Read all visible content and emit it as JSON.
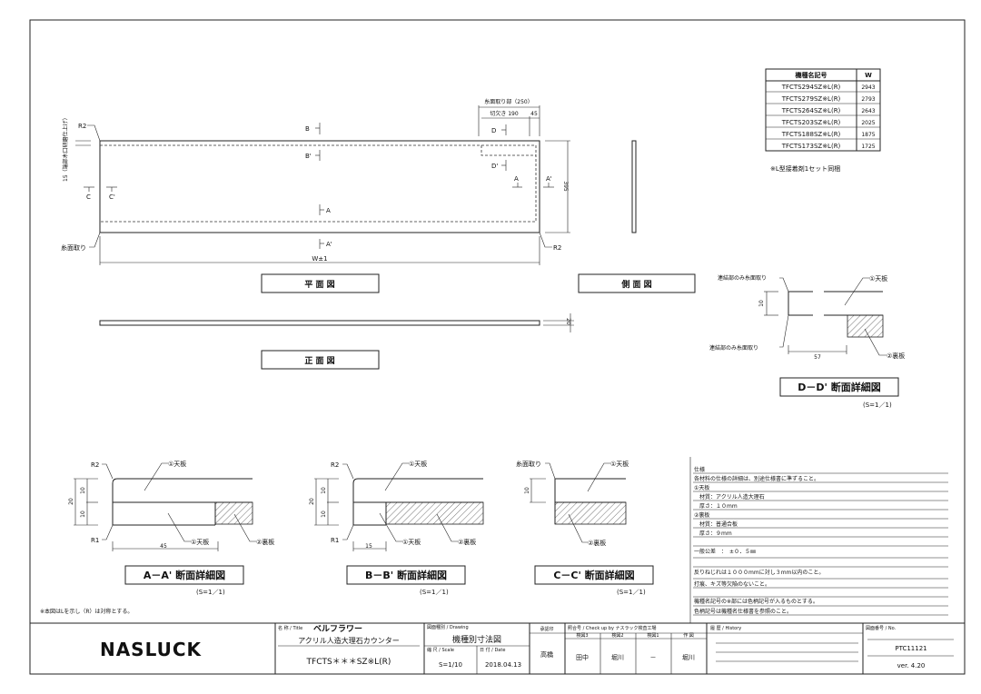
{
  "model_table": {
    "headers": [
      "機種名記号",
      "W"
    ],
    "rows": [
      [
        "TFCTS294SZ※L(R)",
        "2943"
      ],
      [
        "TFCTS279SZ※L(R)",
        "2793"
      ],
      [
        "TFCTS264SZ※L(R)",
        "2643"
      ],
      [
        "TFCTS203SZ※L(R)",
        "2025"
      ],
      [
        "TFCTS188SZ※L(R)",
        "1875"
      ],
      [
        "TFCTS173SZ※L(R)",
        "1725"
      ]
    ],
    "note": "※L型接着剤1セット同梱"
  },
  "plan": {
    "title": "平 面 図",
    "r2_top": "R2",
    "r2_bottom": "R2",
    "edge_chamfer": "糸面取り",
    "edge_note": "15（端部木口研磨仕上げ）",
    "chamfer_zone": "糸面取り部（250）",
    "notch": "切欠き 190",
    "dim_45": "45",
    "depth": "395",
    "width": "W±1",
    "marks": {
      "a": "A",
      "a2": "A'",
      "b": "B",
      "b2": "B'",
      "c": "C",
      "c2": "C'",
      "d": "D",
      "d2": "D'"
    }
  },
  "side": {
    "title": "側 面 図"
  },
  "front": {
    "title": "正 面 図",
    "thickness": "20"
  },
  "dd": {
    "title": "D－D' 断面詳細図",
    "scale": "(S=1／1)",
    "chamfer_top": "連結部のみ糸面取り",
    "chamfer_bottom": "連結部のみ糸面取り",
    "top_board": "①天板",
    "back_board": "②裏板",
    "dim_10": "10",
    "dim_57": "57"
  },
  "aa": {
    "title": "A－A' 断面詳細図",
    "scale": "(S=1／1)",
    "r2": "R2",
    "r1": "R1",
    "top_board": "①天板",
    "top_board2": "①天板",
    "back_board": "②裏板",
    "dim_20": "20",
    "dim_10a": "10",
    "dim_10b": "10",
    "dim_45": "45"
  },
  "bb": {
    "title": "B－B' 断面詳細図",
    "scale": "(S=1／1)",
    "r2": "R2",
    "r1": "R1",
    "top_board": "①天板",
    "top_board2": "①天板",
    "back_board": "②裏板",
    "dim_20": "20",
    "dim_10a": "10",
    "dim_10b": "10",
    "dim_15": "15"
  },
  "cc": {
    "title": "C－C' 断面詳細図",
    "scale": "(S=1／1)",
    "chamfer": "糸面取り",
    "top_board": "①天板",
    "back_board": "②裏板",
    "dim_10": "10"
  },
  "footnote": "※本図はLを示し（R）は対称とする。",
  "spec": {
    "lines": [
      "仕様",
      "各材料の仕様の詳細は、別途仕様書に準ずること。",
      "①天板",
      "　材質：アクリル人造大理石",
      "　厚さ：１０mm",
      "②裏板",
      "　材質：普通合板",
      "　厚さ：９mm",
      "",
      "一般公差　：　±０．５㎜",
      "",
      "反りねじれは１０００mmに対し３mm以内のこと。",
      "打痕、キズ等欠陥のないこと。",
      "",
      "機種名記号の※部には色柄記号が入るものとする。",
      "色柄記号は機種名仕様書を参照のこと。"
    ]
  },
  "title_block": {
    "logo": "NASLUCK",
    "title_label": "名 称 / Title",
    "title_name": "ベルフラワー",
    "title_sub": "アクリル人造大理石カウンター",
    "model": "TFCTS＊＊＊SZ※L(R)",
    "drawing_label": "図面種別 / Drawing",
    "drawing": "機種別寸法図",
    "scale_label": "縮 尺 / Scale",
    "scale": "S=1/10",
    "date_label": "日 付 / Date",
    "date": "2018.04.13",
    "approval_label": "承認印",
    "approval": "高橋",
    "check_label": "照合号 / Check up by ナスラック検査工場",
    "check_cols": [
      "検図3",
      "検図2",
      "検図1",
      "作 図"
    ],
    "check_vals": [
      "田中",
      "堀川",
      "－",
      "堀川"
    ],
    "history_label": "履 歴 / History",
    "no_label": "図面番号 / No.",
    "no": "PTC11121",
    "version": "ver. 4.20"
  }
}
